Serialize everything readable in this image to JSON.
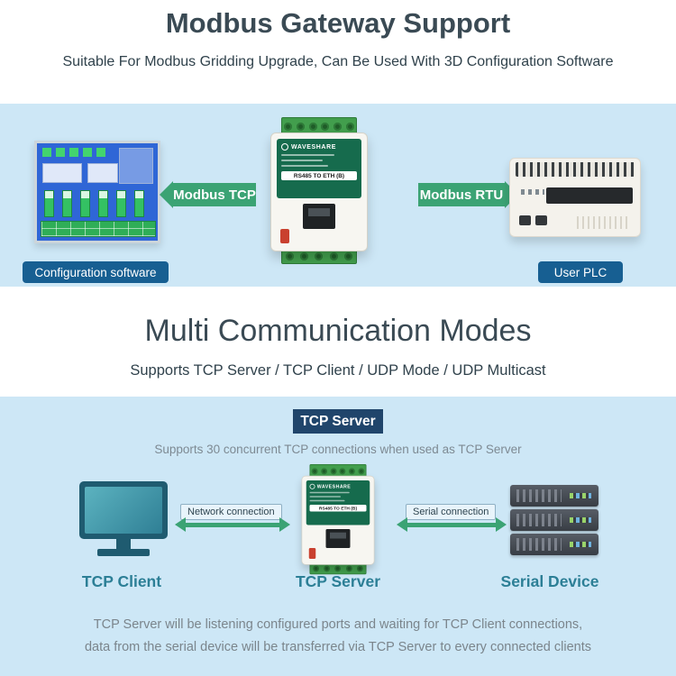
{
  "colors": {
    "light_blue_band": "#cde7f6",
    "heading": "#3a4a54",
    "arrow_green": "#3ba374",
    "terminal_green": "#429e4d",
    "pill_blue": "#175f92",
    "navy_header": "#20456b",
    "teal_label": "#2c7f96",
    "gray_text": "#7b858c"
  },
  "gateway_section": {
    "title": "Modbus Gateway Support",
    "subtitle": "Suitable For Modbus Gridding Upgrade, Can Be Used With 3D Configuration Software",
    "modbus_tcp_label": "Modbus TCP",
    "modbus_rtu_label": "Modbus RTU",
    "config_software_label": "Configuration software",
    "user_plc_label": "User PLC"
  },
  "device": {
    "brand": "WAVESHARE",
    "model": "RS485 TO ETH (B)"
  },
  "modes_section": {
    "title": "Multi Communication Modes",
    "subtitle": "Supports TCP Server / TCP Client / UDP Mode / UDP Multicast"
  },
  "tcp_server_section": {
    "header": "TCP Server",
    "subtitle": "Supports 30 concurrent TCP connections when used as TCP Server",
    "network_connection_label": "Network connection",
    "serial_connection_label": "Serial connection",
    "tcp_client_label": "TCP Client",
    "tcp_server_label": "TCP Server",
    "serial_device_label": "Serial Device",
    "footer_line1": "TCP Server will be listening configured ports and waiting for TCP Client connections,",
    "footer_line2": "data from the serial device will be transferred via TCP Server to every connected clients"
  }
}
